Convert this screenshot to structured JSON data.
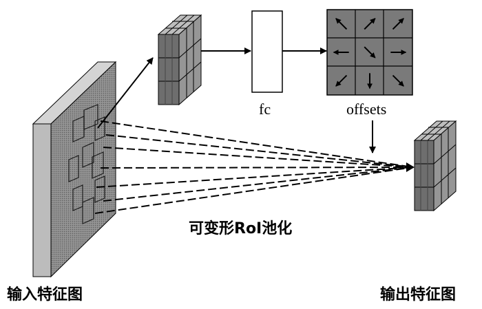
{
  "diagram": {
    "title": "可变形RoI池化示意图",
    "labels": {
      "input_feature_map": "输入特征图",
      "output_feature_map": "输出特征图",
      "fc": "fc",
      "offsets": "offsets",
      "deformable_roi_pooling": "可变形RoI池化"
    },
    "offset_arrow_directions": [
      "up-left",
      "up-right",
      "up-right",
      "left",
      "down-right",
      "right",
      "down-left",
      "down",
      "down-right"
    ],
    "colors": {
      "grid_fill": "#7a7a7a",
      "cube_front": "#6e6e6e",
      "cube_top": "#bdbdbd",
      "cube_side": "#969696",
      "slab_left": "#bcbcbc",
      "slab_top": "#d4d4d4",
      "line": "#000000"
    }
  }
}
